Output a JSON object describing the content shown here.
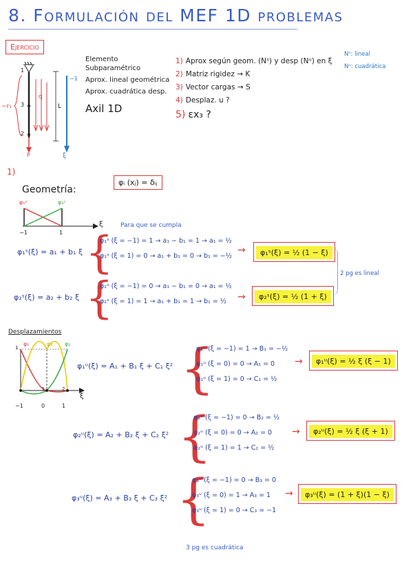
{
  "title": "8. Formulación del MEF 1D problemas",
  "exercise_label": "Ejercicio",
  "element_desc": {
    "line1": "Elemento",
    "line2": "Subparamétrico",
    "line3": "Aprox. lineal geométrica",
    "line4": "Aprox. cuadrática desp.",
    "axil": "Axil 1D"
  },
  "steps": [
    {
      "num": "1)",
      "text": "Aprox según geom. (Nˢ) y desp (Nᵘ) en ξ"
    },
    {
      "num": "2)",
      "text": "Matriz rigidez → K"
    },
    {
      "num": "3)",
      "text": "Vector cargas → S"
    },
    {
      "num": "4)",
      "text": "Desplaz. u ?"
    },
    {
      "num": "5)",
      "text": "εx₃ ?"
    }
  ],
  "n_labels": {
    "ns": "Nˢ: lineal",
    "nu": "Nᵘ: cuadrática"
  },
  "bar_labels": {
    "left": "−r₁",
    "n1": "1",
    "n3": "3",
    "n2": "2",
    "q": "q",
    "L": "L",
    "P": "P",
    "top_neg": "−1",
    "bottom": "ξ"
  },
  "section1": {
    "label": "1)",
    "geom_title": "Geometría:",
    "delta": "φᵢ (xⱼ) = δᵢⱼ",
    "para": "Para que se cumpla",
    "geom_axis": {
      "phi1": "φ₁ˢ",
      "phi2": "φ₂ˢ",
      "left": "−1",
      "right": "1",
      "xi": "ξ"
    },
    "phi1": {
      "lhs": "φ₁ˢ(ξ) = a₁ + b₁ ξ",
      "c1": "φ₁ˢ (ξ = −1) = 1 → a₁ − b₁ = 1 → a₁ = ½",
      "c2": "φ₁ˢ (ξ = 1) = 0 → a₁ + b₁ = 0 → b₁ = −½",
      "result": "φ₁ˢ(ξ) = ½ (1 − ξ)"
    },
    "phi2": {
      "lhs": "φ₂ˢ(ξ) = a₂ + b₂ ξ",
      "c1": "φ₂ˢ (ξ = −1) = 0 → a₁ − b₁ = 0 → a₁ = ½",
      "c2": "φ₂ˢ (ξ = 1) = 1 → a₁ + b₁ = 1 → b₁ = ½",
      "result": "φ₂ˢ(ξ) = ½ (1 + ξ)"
    },
    "linear_note": "2 pg es lineal"
  },
  "displacements": {
    "title": "Desplazamientos",
    "graph": {
      "phi1": "φ₁",
      "phi3": "φ₃",
      "phi2": "φ₂",
      "xi": "ξ",
      "m1": "−1",
      "z": "0",
      "p1": "1",
      "n1": "1",
      "n3": "3",
      "n2": "2"
    },
    "phi1": {
      "lhs": "φ₁ᵘ(ξ) = A₁ + B₁ ξ + C₁ ξ²",
      "c1": "φ₁ᵘ (ξ = −1) = 1 → B₁ = −½",
      "c2": "φ₁ᵘ (ξ = 0) = 0 → A₁ = 0",
      "c3": "φ₁ᵘ (ξ = 1) = 0 → C₁ = ½",
      "result": "φ₁ᵘ(ξ) = ½ ξ (ξ − 1)"
    },
    "phi2": {
      "lhs": "φ₂ᵘ(ξ) = A₂ + B₂ ξ + C₂ ξ²",
      "c1": "φ₂ᵘ (ξ = −1) = 0 → B₂ = ½",
      "c2": "φ₂ᵘ (ξ = 0) = 0 → A₂ = 0",
      "c3": "φ₂ᵘ (ξ = 1) = 1 → C₂ = ½",
      "result": "φ₂ᵘ(ξ) = ½ ξ (ξ + 1)"
    },
    "phi3": {
      "lhs": "φ₃ᵘ(ξ) = A₃ + B₃ ξ + C₃ ξ²",
      "c1": "φ₃ᵘ (ξ = −1) = 0 → B₃ = 0",
      "c2": "φ₃ᵘ (ξ = 0) = 1 → A₃ = 1",
      "c3": "φ₃ᵘ (ξ = 1) = 0 → C₃ = −1",
      "result": "φ₃ᵘ(ξ) = (1 + ξ)(1 − ξ)"
    },
    "quad_note": "3 pg es cuadrática"
  },
  "colors": {
    "title": "#3a5cc0",
    "red": "#d93a3a",
    "highlight": "#f7f23a",
    "blue": "#2a7abf",
    "green": "#3aa844",
    "yellow": "#e8c800"
  }
}
